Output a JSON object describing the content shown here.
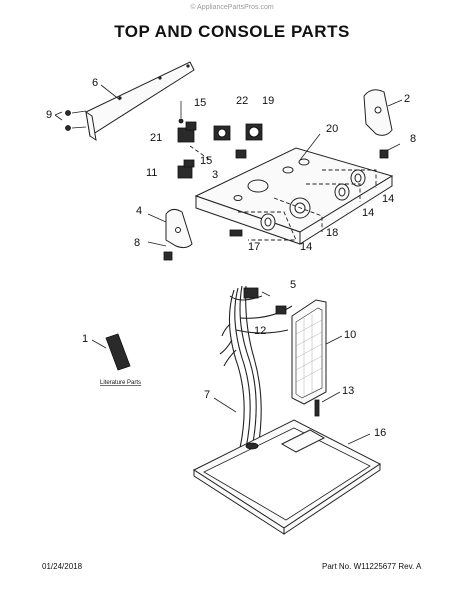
{
  "watermark": "© AppliancePartsPros.com",
  "title": "TOP AND CONSOLE PARTS",
  "footer": {
    "date": "01/24/2018",
    "part_no": "Part No. W11225677  Rev. A"
  },
  "callouts": {
    "c1": "1",
    "c2": "2",
    "c3": "3",
    "c4": "4",
    "c5": "5",
    "c6": "6",
    "c7": "7",
    "c8a": "8",
    "c8b": "8",
    "c9": "9",
    "c10": "10",
    "c11": "11",
    "c12": "12",
    "c13": "13",
    "c14a": "14",
    "c14b": "14",
    "c14c": "14",
    "c15a": "15",
    "c15b": "15",
    "c16": "16",
    "c17": "17",
    "c18": "18",
    "c19": "19",
    "c20": "20",
    "c21": "21",
    "c22": "22"
  },
  "literature_label": "Literature Parts"
}
